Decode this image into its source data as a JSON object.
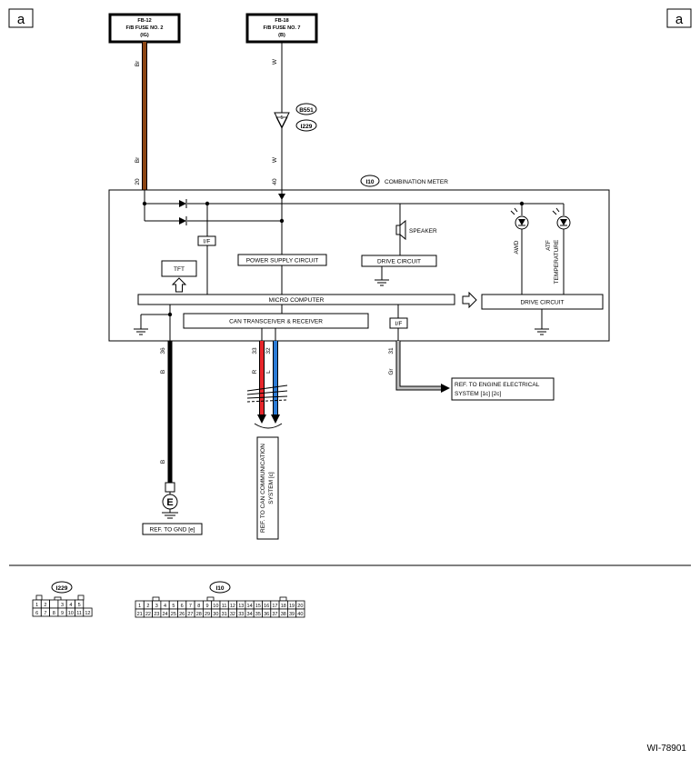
{
  "corner_label_left": "a",
  "corner_label_right": "a",
  "fuses": [
    {
      "id": "FB-12",
      "name": "F/B FUSE NO. 2",
      "feed": "(IG)"
    },
    {
      "id": "FB-18",
      "name": "F/B FUSE NO. 7",
      "feed": "(B)"
    }
  ],
  "wire_colors": {
    "Br": "#8B4513",
    "W": "#444444",
    "B": "#000000",
    "R": "#e8262b",
    "L": "#2b7bd6",
    "Gr": "#bdbdbd"
  },
  "wire_labels": {
    "fuse1_top": "Br",
    "fuse1_bottom": "Br",
    "fuse2_top": "W",
    "fuse2_bottom": "W",
    "gnd_top": "B",
    "gnd_bottom": "B",
    "can_high": "R",
    "can_low": "L",
    "engine": "Gr"
  },
  "connector_refs": {
    "b551": "B551",
    "i229": "I229",
    "i10": "I10"
  },
  "pins": {
    "p20": "20",
    "p40": "40",
    "p36": "36",
    "p33": "33",
    "p32": "32",
    "p31": "31",
    "inline_pin": "5"
  },
  "meter": {
    "title": "COMBINATION METER",
    "if_label": "I/F",
    "tft": "TFT",
    "power_supply": "POWER SUPPLY CIRCUIT",
    "drive_circuit": "DRIVE CIRCUIT",
    "micro_computer": "MICRO COMPUTER",
    "can_transceiver": "CAN TRANSCEIVER & RECEIVER",
    "speaker": "SPEAKER",
    "awd": "AWD",
    "atf_1": "ATF",
    "atf_2": "TEMPERATURE"
  },
  "refs": {
    "gnd": "REF. TO GND [e]",
    "engine_1": "REF. TO ENGINE ELECTRICAL",
    "engine_2": "SYSTEM [1c] [2c]",
    "can_1": "REF. TO CAN COMMUNICATION",
    "can_2": "SYSTEM [c]"
  },
  "ground_symbol": "E",
  "connector_i229": {
    "label": "I229",
    "row1": [
      "1",
      "2",
      "",
      "3",
      "4",
      "5"
    ],
    "row2": [
      "6",
      "7",
      "8",
      "9",
      "10",
      "11",
      "12"
    ]
  },
  "connector_i10": {
    "label": "I10",
    "row1": [
      "1",
      "2",
      "3",
      "4",
      "5",
      "6",
      "7",
      "8",
      "9",
      "10",
      "11",
      "12",
      "13",
      "14",
      "15",
      "16",
      "17",
      "18",
      "19",
      "20"
    ],
    "row2": [
      "21",
      "22",
      "23",
      "24",
      "25",
      "26",
      "27",
      "28",
      "29",
      "30",
      "31",
      "32",
      "33",
      "34",
      "35",
      "36",
      "37",
      "38",
      "39",
      "40"
    ]
  },
  "figure_id": "WI-78901"
}
